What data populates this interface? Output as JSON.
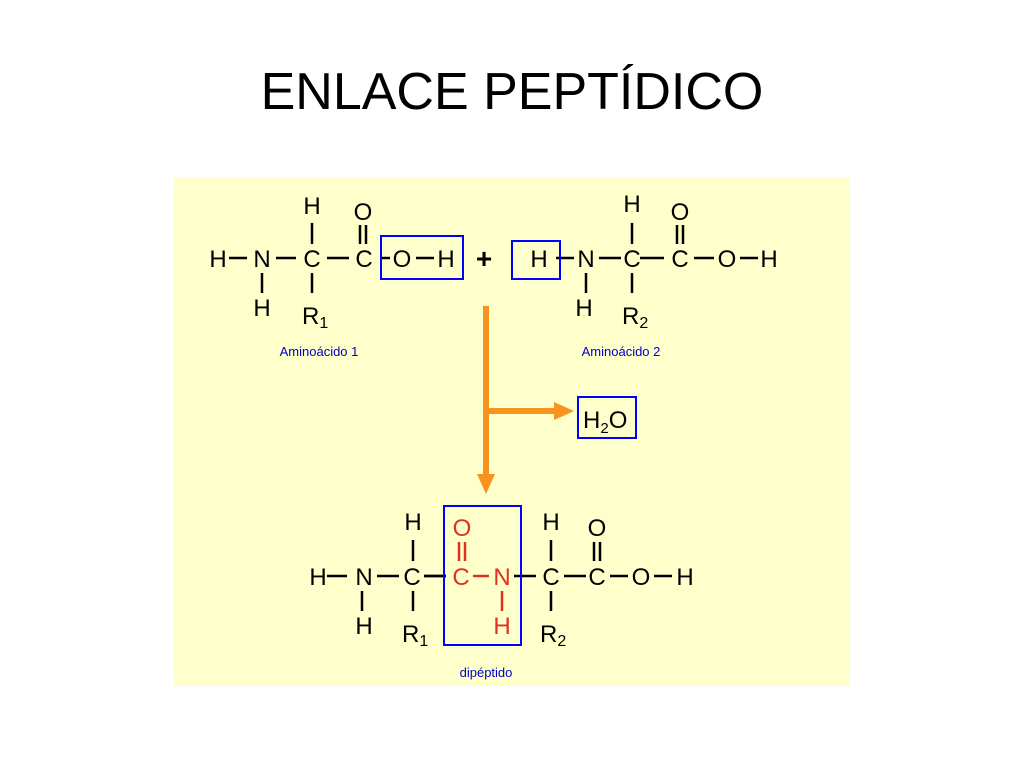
{
  "title": "ENLACE PEPTÍDICO",
  "colors": {
    "panel_bg": "#FFFFCC",
    "bond_black": "#000000",
    "highlight_box": "#0000FF",
    "peptide_red": "#E0301E",
    "arrow_orange": "#F7941D",
    "caption_blue": "#0000CC"
  },
  "atoms": {
    "H": "H",
    "N": "N",
    "C": "C",
    "O": "O",
    "R": "R"
  },
  "plus": "+",
  "labels": {
    "aminoacid_1": "Aminoácido 1",
    "aminoacid_2": "Aminoácido 2",
    "dipeptide": "dipéptido"
  },
  "subscripts": {
    "one": "1",
    "two": "2"
  },
  "water": {
    "h": "H",
    "sub": "2",
    "o": "O"
  },
  "icons": {
    "reaction_arrow": "arrow-down-icon",
    "elimination_arrow": "arrow-right-icon"
  }
}
